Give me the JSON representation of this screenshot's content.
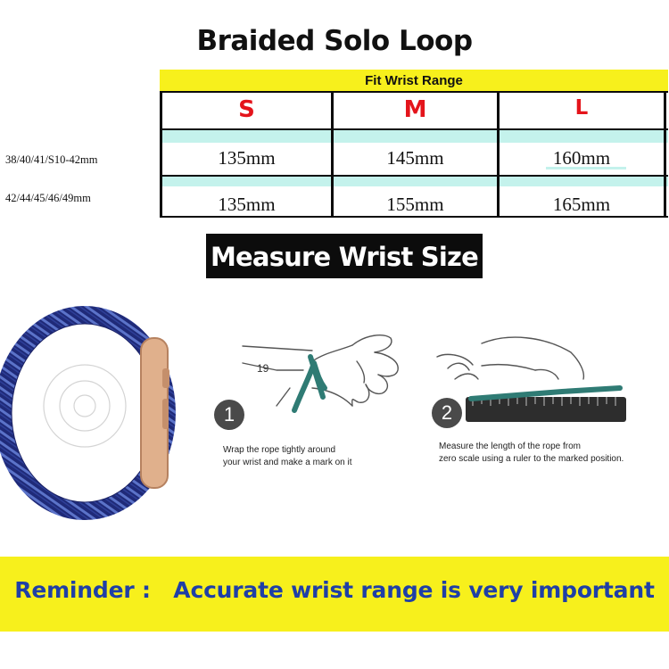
{
  "title": "Braided Solo Loop",
  "table": {
    "header": "Fit Wrist Range",
    "sizes": [
      "S",
      "M",
      "L"
    ],
    "rows": [
      {
        "label": "38/40/41/S10-42mm",
        "values": [
          "135mm",
          "145mm",
          "160mm"
        ]
      },
      {
        "label": "42/44/45/46/49mm",
        "values": [
          "135mm",
          "155mm",
          "165mm"
        ]
      }
    ]
  },
  "measure_title": "Measure Wrist Size",
  "steps": [
    {
      "number": "1",
      "ruler_mark": "19",
      "text_line1": "Wrap the rope tightly around",
      "text_line2": "your wrist and make a mark on it"
    },
    {
      "number": "2",
      "text_line1": "Measure the length of the rope from",
      "text_line2": "zero scale using a ruler to the marked position."
    }
  ],
  "reminder": "Reminder :   Accurate wrist range is very important",
  "colors": {
    "yellow": "#f7f01c",
    "cyan": "#c4f2ec",
    "size_red": "#e4141b",
    "reminder_blue": "#1f3fa6",
    "band_navy": "#1f2a78"
  }
}
